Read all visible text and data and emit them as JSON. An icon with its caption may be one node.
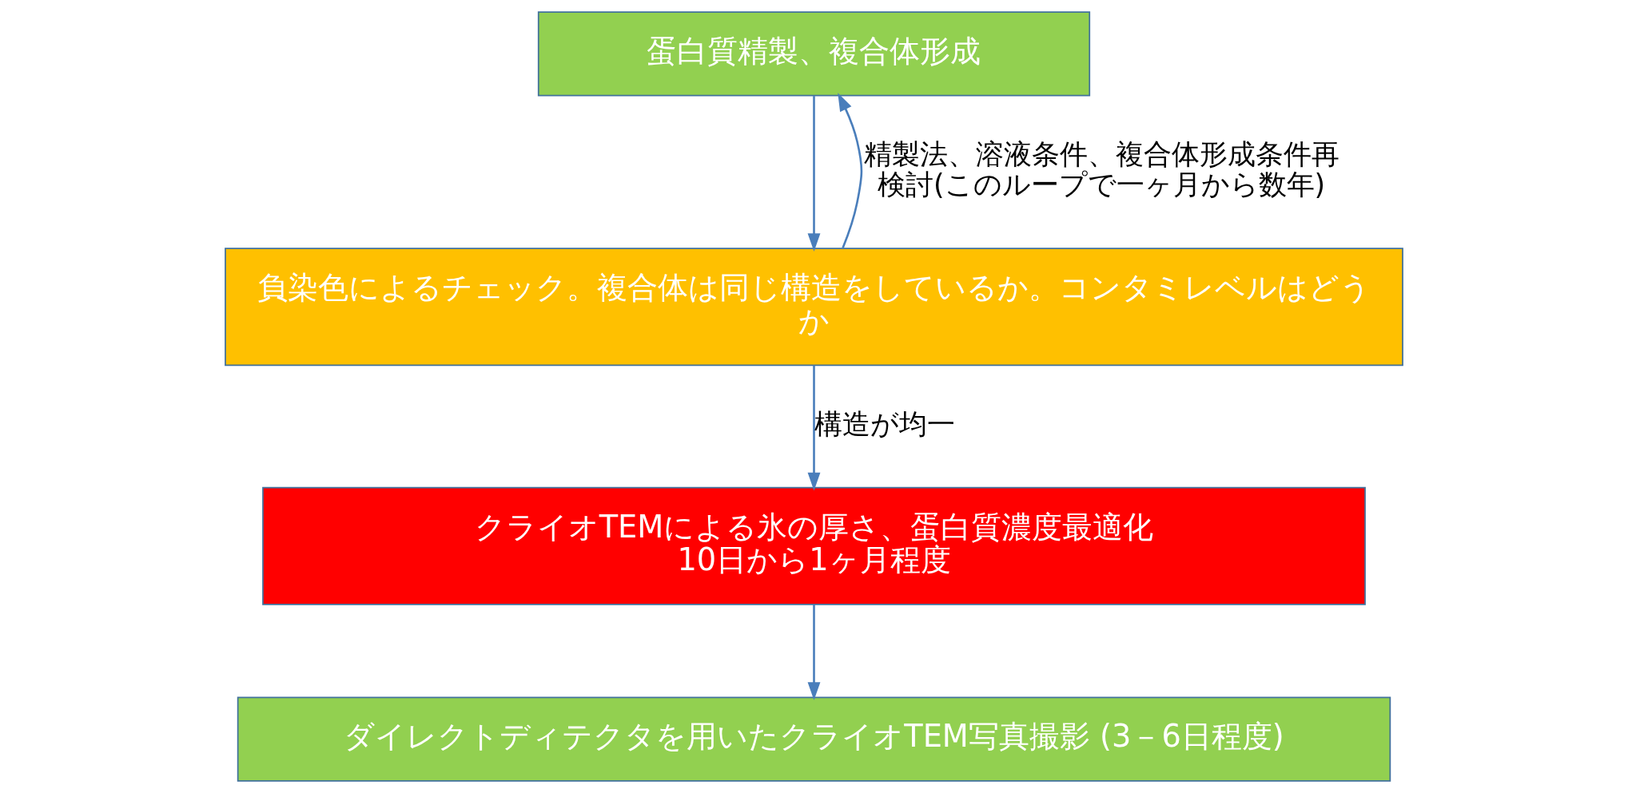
{
  "diagram": {
    "nodes": [
      {
        "text": [
          "蛋白質精製、複合体形成"
        ]
      },
      {
        "text": [
          "負染色によるチェック。複合体は同じ構造をしているか。コンタミレベルはどうか"
        ]
      },
      {
        "text": [
          "クライオTEMによる氷の厚さ、蛋白質濃度最適化",
          "10日から1ヶ月程度"
        ]
      },
      {
        "text": [
          "ダイレクトディテクタを用いたクライオTEM写真撮影 (3－6日程度)"
        ]
      }
    ],
    "edges": [
      {
        "from": 0,
        "to": 1,
        "arrow": "to"
      },
      {
        "from": 1,
        "to": 0,
        "arrow": "to",
        "label": "精製法、溶液条件、複合体形成条件再検討(このループで一ヶ月から数年)"
      },
      {
        "from": 1,
        "to": 2,
        "arrow": "to",
        "label": "構造が均一"
      },
      {
        "from": 2,
        "to": 3,
        "arrow": "to"
      }
    ]
  }
}
